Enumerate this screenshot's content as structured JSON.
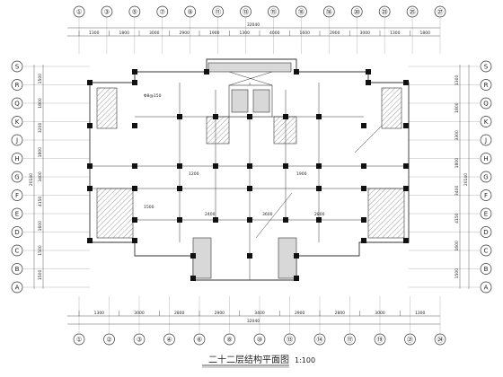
{
  "drawing": {
    "title": "二十二层结构平面图",
    "scale": "1:100"
  },
  "axes": {
    "top": [
      "①",
      "③",
      "⑤",
      "⑦",
      "⑨",
      "⑪",
      "⑬",
      "⑮",
      "⑯",
      "⑱",
      "⑳",
      "㉓",
      "㉕",
      "㉗"
    ],
    "bottom": [
      "①",
      "②",
      "③",
      "④",
      "⑥",
      "⑧",
      "⑩",
      "⑬",
      "⑭",
      "⑰",
      "⑲",
      "㉑",
      "㉔"
    ],
    "left": [
      "S",
      "R",
      "Q",
      "K",
      "J",
      "H",
      "G",
      "F",
      "E",
      "D",
      "C",
      "B",
      "A"
    ],
    "right": [
      "S",
      "R",
      "Q",
      "K",
      "J",
      "H",
      "G",
      "F",
      "E",
      "D",
      "C",
      "B",
      "A"
    ]
  },
  "dimensions": {
    "top_overall": "32040",
    "bottom_overall": "32040",
    "left_overall": "20140",
    "right_overall": "20140",
    "top_segments": [
      "1300",
      "1800",
      "3000",
      "2900",
      "1900",
      "1300",
      "4000",
      "1600",
      "2900",
      "3000",
      "1300",
      "1800"
    ],
    "bottom_segments": [
      "1300",
      "3000",
      "2800",
      "2900",
      "3400",
      "2900",
      "2800",
      "3000",
      "1300"
    ],
    "left_segments": [
      "1500",
      "1800",
      "3200",
      "1800",
      "3400",
      "4150",
      "1600",
      "1500",
      "1500"
    ],
    "right_segments": [
      "1300",
      "1800",
      "3300",
      "1800",
      "3400",
      "4150",
      "1600",
      "1500"
    ]
  },
  "annotations": [
    "Φ8@150",
    "1500",
    "2400",
    "3600",
    "2800",
    "1200",
    "1900"
  ]
}
